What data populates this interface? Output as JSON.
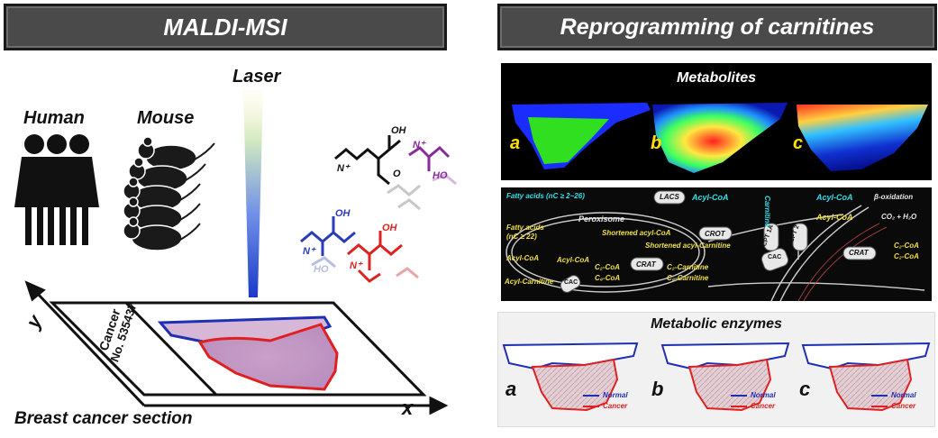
{
  "left": {
    "title": "MALDI-MSI",
    "groups": [
      "Human",
      "Mouse"
    ],
    "laser": "Laser",
    "slide_label_1": "Cancer",
    "slide_label_2": "No. 535437",
    "axis_x": "x",
    "axis_y": "y",
    "caption": "Breast cancer section"
  },
  "right": {
    "title": "Reprogramming of carnitines",
    "metabolites": {
      "title": "Metabolites",
      "panels": [
        "a",
        "b",
        "c"
      ]
    },
    "pathway": {
      "fatty_acids_long": "Fatty acids (nC ≥ 2~26)",
      "lacs": "LACS",
      "acyl_coa_1": "Acyl-CoA",
      "carnitine": "Carnitine",
      "cpt2": "CPT 2",
      "cpt1a": "CPT 1A",
      "acyl_coa_2": "Acyl-CoA",
      "beta_ox": "β-oxidation",
      "acyl_coa_3": "Acyl-CoA",
      "co2": "CO₂ + H₂O",
      "cpt_peri": "CPT 1A",
      "peroxisome": "Peroxisome",
      "fatty_acids_vlc": "Fatty acids",
      "fatty_acids_vlc2": "(nC ≥ 22)",
      "acyl_coa_left": "Acyl-CoA",
      "acyl_carnitine_left": "Acyl-Carnitine",
      "shortened_coa": "Shortened acyl-CoA",
      "crot": "CROT",
      "shortened_carn": "Shortened acyl-Carnitine",
      "acyl_coa_p": "Acyl-CoA",
      "c2coa": "C₂-CoA",
      "c8coa": "C₈-CoA",
      "crat_p": "CRAT",
      "c2carn": "C₂-Carnitine",
      "c8carn": "C₈-Carnitine",
      "cac": "CAC",
      "cac2": "CAC",
      "crat_m": "CRAT",
      "c2coa_m": "C₂-CoA",
      "c8coa_m": "C₂-CoA"
    },
    "enzymes": {
      "title": "Metabolic enzymes",
      "panels": [
        "a",
        "b",
        "c"
      ],
      "legend_normal": "Normal",
      "legend_cancer": "Cancer"
    }
  },
  "colors": {
    "normal": "#1f2fb3",
    "cancer": "#e02020",
    "tissue": "#c9a8cc"
  }
}
